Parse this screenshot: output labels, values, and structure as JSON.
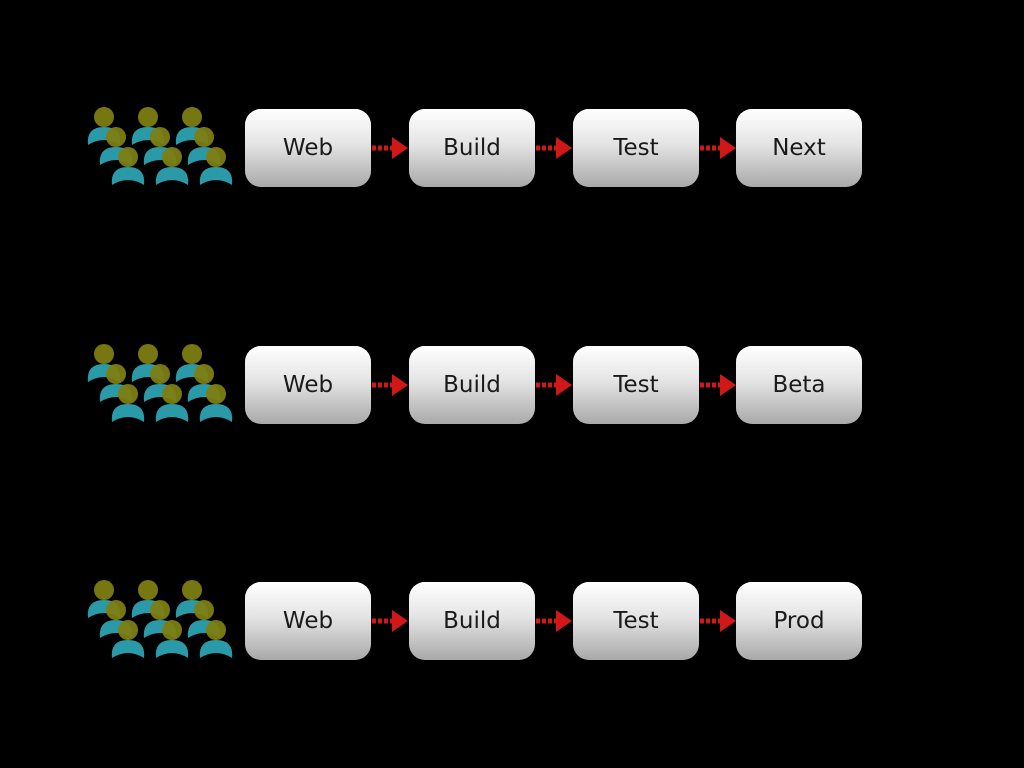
{
  "colors": {
    "background": "#000000",
    "arrow": "#d01818",
    "person_head": "#7d7d12",
    "person_body": "#2a9aa8",
    "stage_text": "#1a1a1a"
  },
  "icons": {
    "team": "people-group-icon",
    "connector": "right-arrow-icon"
  },
  "pipelines": [
    {
      "stages": [
        "Web",
        "Build",
        "Test",
        "Next"
      ]
    },
    {
      "stages": [
        "Web",
        "Build",
        "Test",
        "Beta"
      ]
    },
    {
      "stages": [
        "Web",
        "Build",
        "Test",
        "Prod"
      ]
    }
  ]
}
